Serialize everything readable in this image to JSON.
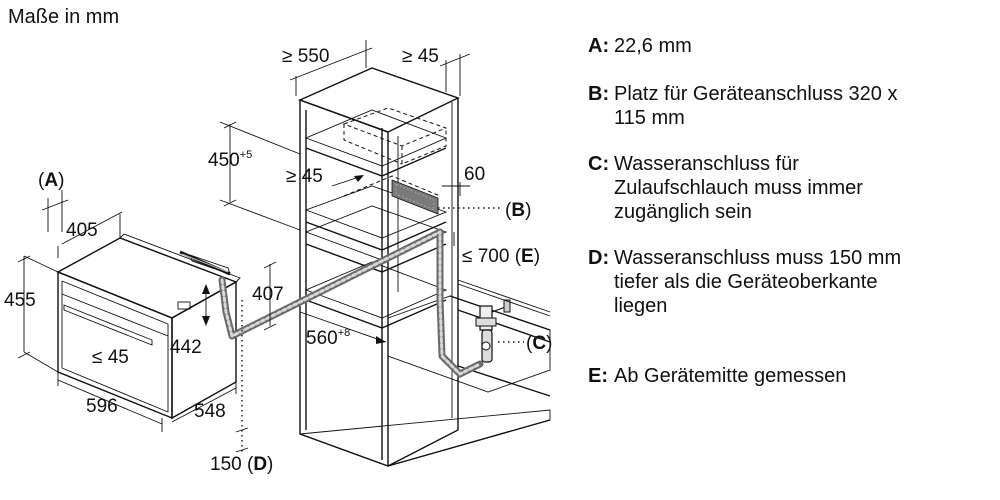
{
  "title": "Maße in mm",
  "dimensions": {
    "oven_height": "455",
    "oven_depth": "405",
    "oven_width": "596",
    "oven_body_depth": "548",
    "oven_inner_height": "442",
    "oven_front_gap": "≤ 45",
    "connection_height": "407",
    "cabinet_depth": "≥ 550",
    "cabinet_rear_gap": "≥ 45",
    "upper_zone": "450",
    "upper_zone_tol": "+5",
    "shelf_gap": "≥ 45",
    "connection_offset": "60",
    "lower_zone": "560",
    "lower_zone_tol": "+8",
    "center_distance": "≤ 700",
    "below_edge": "150"
  },
  "markers": {
    "A": "A",
    "B": "B",
    "C": "C",
    "D": "D",
    "E": "E"
  },
  "legend": [
    {
      "key": "A:",
      "lines": [
        "22,6 mm"
      ]
    },
    {
      "key": "B:",
      "lines": [
        "Platz für Geräteanschluss 320 x",
        "115 mm"
      ]
    },
    {
      "key": "C:",
      "lines": [
        "Wasseranschluss für",
        "Zulaufschlauch muss immer",
        "zugänglich sein"
      ]
    },
    {
      "key": "D:",
      "lines": [
        "Wasseranschluss muss 150 mm",
        "tiefer als die Geräteoberkante",
        "liegen"
      ]
    },
    {
      "key": "E:",
      "lines": [
        "Ab Gerätemitte gemessen"
      ]
    }
  ]
}
